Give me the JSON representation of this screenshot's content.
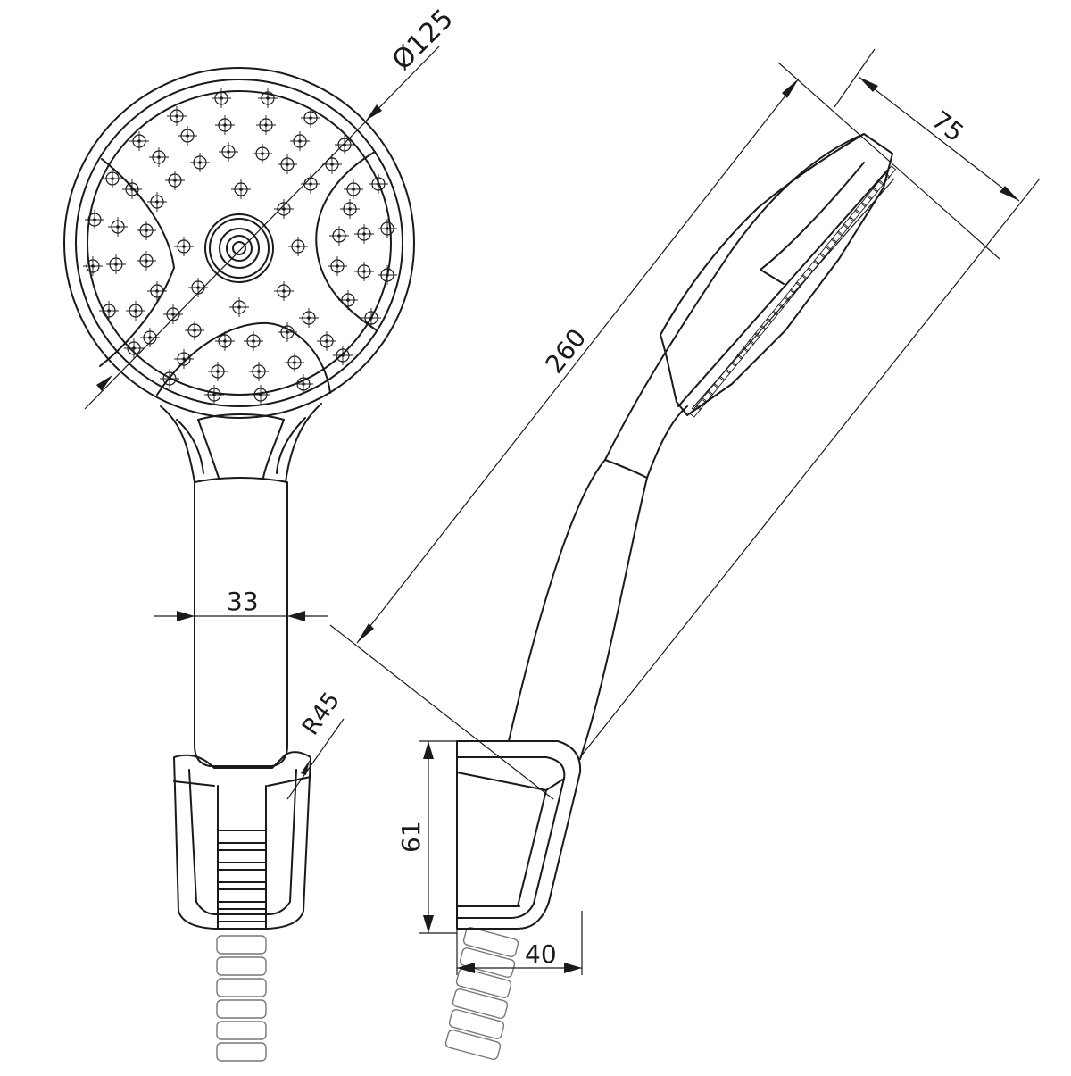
{
  "drawing": {
    "front_view": {
      "diameter_label": "Ø125",
      "handle_width_label": "33",
      "radius_label": "R45"
    },
    "side_view": {
      "length_label": "260",
      "depth_label": "75",
      "bracket_height_label": "61",
      "bracket_depth_label": "40"
    }
  }
}
